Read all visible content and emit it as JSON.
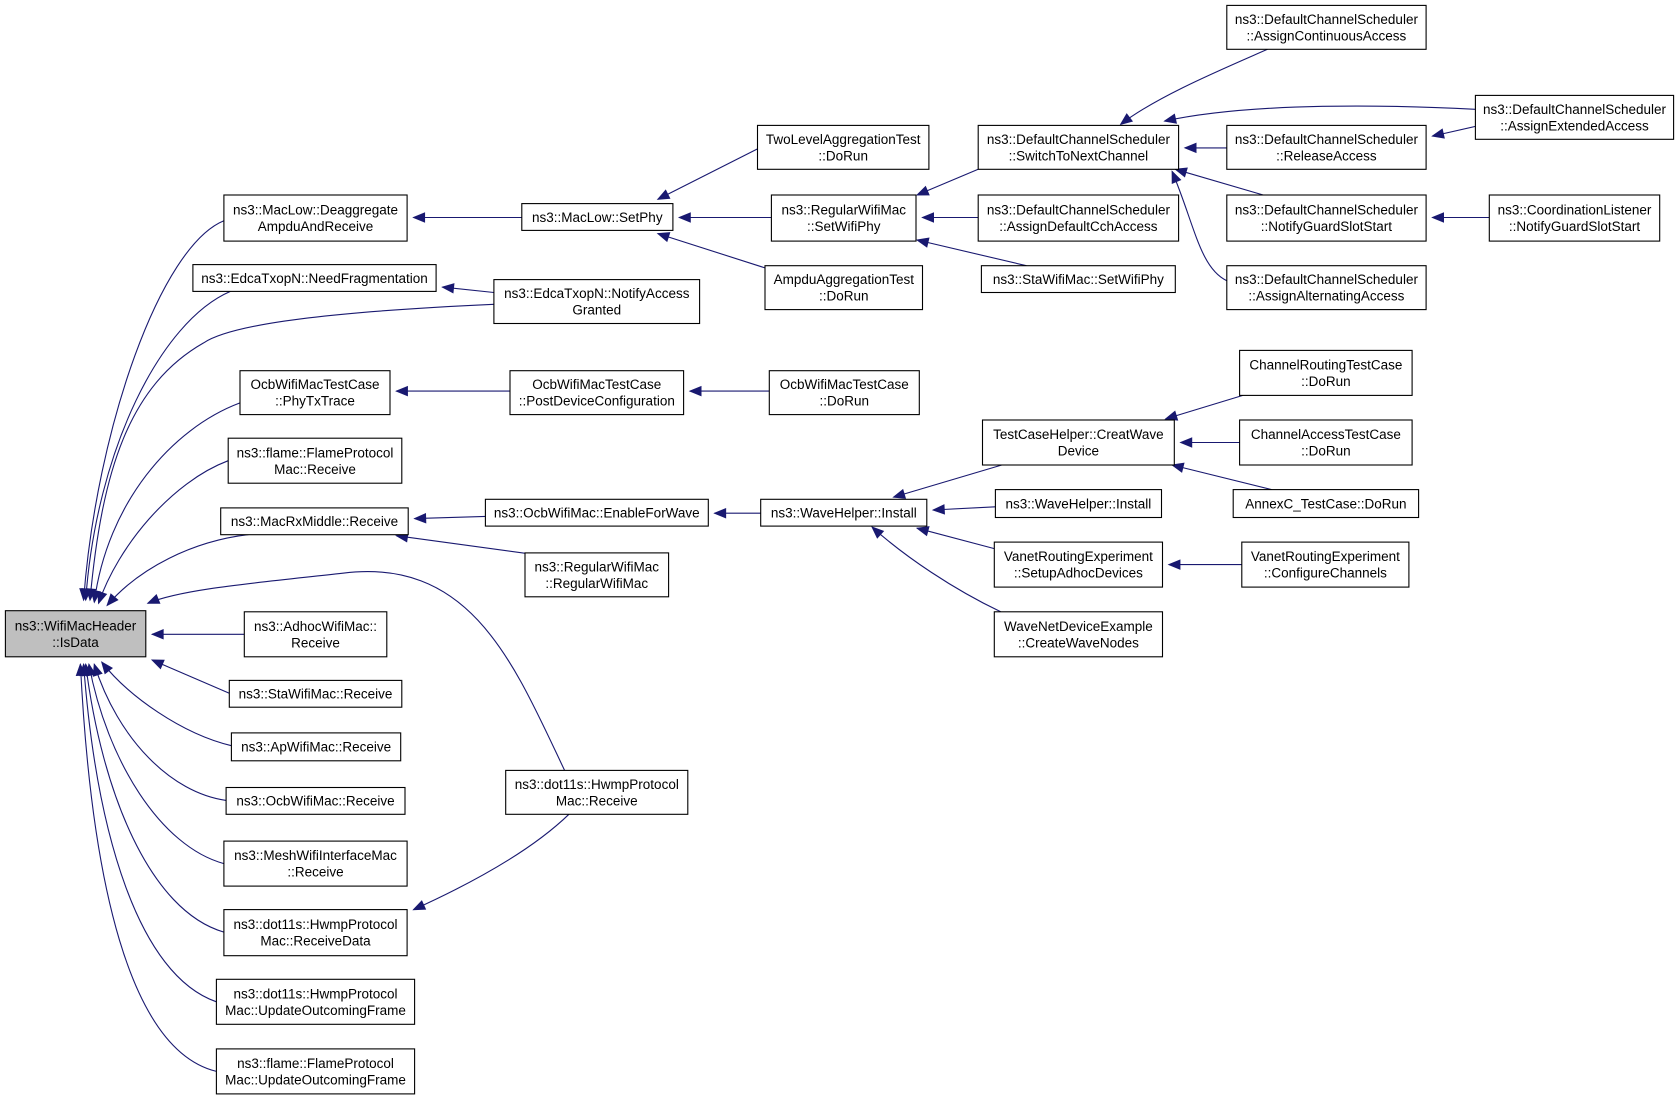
{
  "diagram": {
    "nodes": [
      {
        "id": "root",
        "lines": [
          "ns3::WifiMacHeader",
          "::IsData"
        ],
        "root": true
      },
      {
        "id": "deagg",
        "lines": [
          "ns3::MacLow::Deaggregate",
          "AmpduAndReceive"
        ]
      },
      {
        "id": "needfrag",
        "lines": [
          "ns3::EdcaTxopN::NeedFragmentation"
        ]
      },
      {
        "id": "notifyaccess",
        "lines": [
          "ns3::EdcaTxopN::NotifyAccess",
          "Granted"
        ]
      },
      {
        "id": "ocbphy",
        "lines": [
          "OcbWifiMacTestCase",
          "::PhyTxTrace"
        ]
      },
      {
        "id": "flamerecv",
        "lines": [
          "ns3::flame::FlameProtocol",
          "Mac::Receive"
        ]
      },
      {
        "id": "macrxmid",
        "lines": [
          "ns3::MacRxMiddle::Receive"
        ]
      },
      {
        "id": "adhoc",
        "lines": [
          "ns3::AdhocWifiMac::",
          "Receive"
        ]
      },
      {
        "id": "sta",
        "lines": [
          "ns3::StaWifiMac::Receive"
        ]
      },
      {
        "id": "ap",
        "lines": [
          "ns3::ApWifiMac::Receive"
        ]
      },
      {
        "id": "ocbrecv",
        "lines": [
          "ns3::OcbWifiMac::Receive"
        ]
      },
      {
        "id": "meshrecv",
        "lines": [
          "ns3::MeshWifiInterfaceMac",
          "::Receive"
        ]
      },
      {
        "id": "hwmprecvdata",
        "lines": [
          "ns3::dot11s::HwmpProtocol",
          "Mac::ReceiveData"
        ]
      },
      {
        "id": "hwmpupdate",
        "lines": [
          "ns3::dot11s::HwmpProtocol",
          "Mac::UpdateOutcomingFrame"
        ]
      },
      {
        "id": "flameupdate",
        "lines": [
          "ns3::flame::FlameProtocol",
          "Mac::UpdateOutcomingFrame"
        ]
      },
      {
        "id": "setphy",
        "lines": [
          "ns3::MacLow::SetPhy"
        ]
      },
      {
        "id": "postdev",
        "lines": [
          "OcbWifiMacTestCase",
          "::PostDeviceConfiguration"
        ]
      },
      {
        "id": "enablewave",
        "lines": [
          "ns3::OcbWifiMac::EnableForWave"
        ]
      },
      {
        "id": "regularctor",
        "lines": [
          "ns3::RegularWifiMac",
          "::RegularWifiMac"
        ]
      },
      {
        "id": "hwmprecv",
        "lines": [
          "ns3::dot11s::HwmpProtocol",
          "Mac::Receive"
        ]
      },
      {
        "id": "twolevel",
        "lines": [
          "TwoLevelAggregationTest",
          "::DoRun"
        ]
      },
      {
        "id": "regsetphy",
        "lines": [
          "ns3::RegularWifiMac",
          "::SetWifiPhy"
        ]
      },
      {
        "id": "ampdutest",
        "lines": [
          "AmpduAggregationTest",
          "::DoRun"
        ]
      },
      {
        "id": "ocbdorun",
        "lines": [
          "OcbWifiMacTestCase",
          "::DoRun"
        ]
      },
      {
        "id": "waveinstall",
        "lines": [
          "ns3::WaveHelper::Install"
        ]
      },
      {
        "id": "switchnext",
        "lines": [
          "ns3::DefaultChannelScheduler",
          "::SwitchToNextChannel"
        ]
      },
      {
        "id": "assigndefault",
        "lines": [
          "ns3::DefaultChannelScheduler",
          "::AssignDefaultCchAccess"
        ]
      },
      {
        "id": "stasetphy",
        "lines": [
          "ns3::StaWifiMac::SetWifiPhy"
        ]
      },
      {
        "id": "creatwave",
        "lines": [
          "TestCaseHelper::CreatWave",
          "Device"
        ]
      },
      {
        "id": "waveinstall2",
        "lines": [
          "ns3::WaveHelper::Install"
        ]
      },
      {
        "id": "setupadhoc",
        "lines": [
          "VanetRoutingExperiment",
          "::SetupAdhocDevices"
        ]
      },
      {
        "id": "createwavenodes",
        "lines": [
          "WaveNetDeviceExample",
          "::CreateWaveNodes"
        ]
      },
      {
        "id": "assigncont",
        "lines": [
          "ns3::DefaultChannelScheduler",
          "::AssignContinuousAccess"
        ]
      },
      {
        "id": "release",
        "lines": [
          "ns3::DefaultChannelScheduler",
          "::ReleaseAccess"
        ]
      },
      {
        "id": "notifyguard",
        "lines": [
          "ns3::DefaultChannelScheduler",
          "::NotifyGuardSlotStart"
        ]
      },
      {
        "id": "assignalt",
        "lines": [
          "ns3::DefaultChannelScheduler",
          "::AssignAlternatingAccess"
        ]
      },
      {
        "id": "routingtest",
        "lines": [
          "ChannelRoutingTestCase",
          "::DoRun"
        ]
      },
      {
        "id": "accesstest",
        "lines": [
          "ChannelAccessTestCase",
          "::DoRun"
        ]
      },
      {
        "id": "annexc",
        "lines": [
          "AnnexC_TestCase::DoRun"
        ]
      },
      {
        "id": "configchannels",
        "lines": [
          "VanetRoutingExperiment",
          "::ConfigureChannels"
        ]
      },
      {
        "id": "assignext",
        "lines": [
          "ns3::DefaultChannelScheduler",
          "::AssignExtendedAccess"
        ]
      },
      {
        "id": "coordnotify",
        "lines": [
          "ns3::CoordinationListener",
          "::NotifyGuardSlotStart"
        ]
      }
    ],
    "edges": [
      [
        "deagg",
        "root"
      ],
      [
        "needfrag",
        "root"
      ],
      [
        "notifyaccess",
        "root"
      ],
      [
        "ocbphy",
        "root"
      ],
      [
        "flamerecv",
        "root"
      ],
      [
        "macrxmid",
        "root"
      ],
      [
        "hwmprecv",
        "root"
      ],
      [
        "adhoc",
        "root"
      ],
      [
        "sta",
        "root"
      ],
      [
        "ap",
        "root"
      ],
      [
        "ocbrecv",
        "root"
      ],
      [
        "meshrecv",
        "root"
      ],
      [
        "hwmprecvdata",
        "root"
      ],
      [
        "hwmpupdate",
        "root"
      ],
      [
        "flameupdate",
        "root"
      ],
      [
        "setphy",
        "deagg"
      ],
      [
        "notifyaccess",
        "needfrag"
      ],
      [
        "postdev",
        "ocbphy"
      ],
      [
        "enablewave",
        "macrxmid"
      ],
      [
        "regularctor",
        "macrxmid"
      ],
      [
        "hwmprecv",
        "hwmprecvdata"
      ],
      [
        "twolevel",
        "setphy"
      ],
      [
        "regsetphy",
        "setphy"
      ],
      [
        "ampdutest",
        "setphy"
      ],
      [
        "ocbdorun",
        "postdev"
      ],
      [
        "waveinstall",
        "enablewave"
      ],
      [
        "switchnext",
        "regsetphy"
      ],
      [
        "assigndefault",
        "regsetphy"
      ],
      [
        "stasetphy",
        "regsetphy"
      ],
      [
        "creatwave",
        "waveinstall"
      ],
      [
        "waveinstall2",
        "waveinstall"
      ],
      [
        "setupadhoc",
        "waveinstall"
      ],
      [
        "createwavenodes",
        "waveinstall"
      ],
      [
        "assigncont",
        "switchnext"
      ],
      [
        "assignext",
        "switchnext"
      ],
      [
        "release",
        "switchnext"
      ],
      [
        "notifyguard",
        "switchnext"
      ],
      [
        "assignalt",
        "switchnext"
      ],
      [
        "assignext",
        "release"
      ],
      [
        "coordnotify",
        "notifyguard"
      ],
      [
        "routingtest",
        "creatwave"
      ],
      [
        "accesstest",
        "creatwave"
      ],
      [
        "annexc",
        "creatwave"
      ],
      [
        "configchannels",
        "setupadhoc"
      ]
    ]
  }
}
